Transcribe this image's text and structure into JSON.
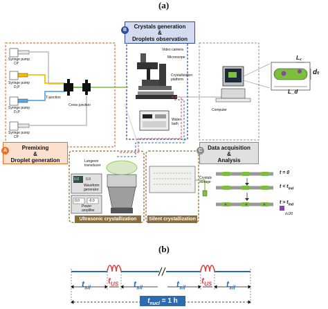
{
  "panel_a_label": "(a)",
  "panel_b_label": "(b)",
  "sections": {
    "premixing": {
      "letter": "A",
      "title_line1": "Premixing",
      "title_line2": "&",
      "title_line3": "Droplet generation",
      "color": "#e8722a"
    },
    "crystals": {
      "letter": "B",
      "title_line1": "Crystals generation",
      "title_line2": "&",
      "title_line3": "Droplets observation",
      "color": "#2e4a9a"
    },
    "analysis": {
      "letter": "C",
      "title_line1": "Data acquisition",
      "title_line2": "&",
      "title_line3": "Analysis",
      "color": "#8c8c8c"
    }
  },
  "pumps": [
    {
      "label_line1": "Syringe pump",
      "label_line2": "CP",
      "color": "#d9d9d9"
    },
    {
      "label_line1": "Syringe pump",
      "label_line2": "D₁P",
      "color": "#f2c200"
    },
    {
      "label_line1": "Syringe pump",
      "label_line2": "D₂P",
      "color": "#5aa9e6"
    },
    {
      "label_line1": "Syringe pump",
      "label_line2": "CP",
      "color": "#d9d9d9"
    }
  ],
  "junction_labels": {
    "t_junction": "T-junction",
    "cross_junction": "Cross-junction"
  },
  "microscope_labels": {
    "video_camera": "Video camera",
    "microscope": "Microscope",
    "platform_line1": "Crystallization",
    "platform_line2": "platform",
    "water_line1": "Water",
    "water_line2": "bath"
  },
  "computer_label": "Computer",
  "droplet_dims": {
    "lc": "L꜀",
    "dt": "dₜ",
    "ld": "L_d"
  },
  "ultrasonic": {
    "langevin_line1": "Langevin",
    "langevin_line2": "transducer",
    "waveform_line1": "Waveform",
    "waveform_line2": "generator",
    "power_line1": "Power",
    "power_line2": "amplifier",
    "box_title": "Ultrasonic crystallization",
    "display1": "0.0",
    "display2": "-0.0",
    "display3": "0.0",
    "display4": "0.0"
  },
  "silent": {
    "box_title": "Silent crystallization",
    "storage_line1": "Crystals",
    "storage_line2": "storage"
  },
  "time_labels": {
    "t0": "t = 0",
    "t_lt": "t < t",
    "t_lt_sub": "ind",
    "t_gt": "t > t",
    "t_gt_sub": "ind",
    "ratio": "dₜ/20"
  },
  "timeline": {
    "t_sil": "t",
    "t_sil_sub": "sil",
    "t_us": "t",
    "t_us_sub": "US",
    "t_nucl_label": "t",
    "t_nucl_sub": "nucl",
    "t_nucl_value": " = 1 h",
    "colors": {
      "silent": "#2b6cb0",
      "ultrasonic": "#e53e3e",
      "nucl_box": "#2b6cb0"
    }
  }
}
